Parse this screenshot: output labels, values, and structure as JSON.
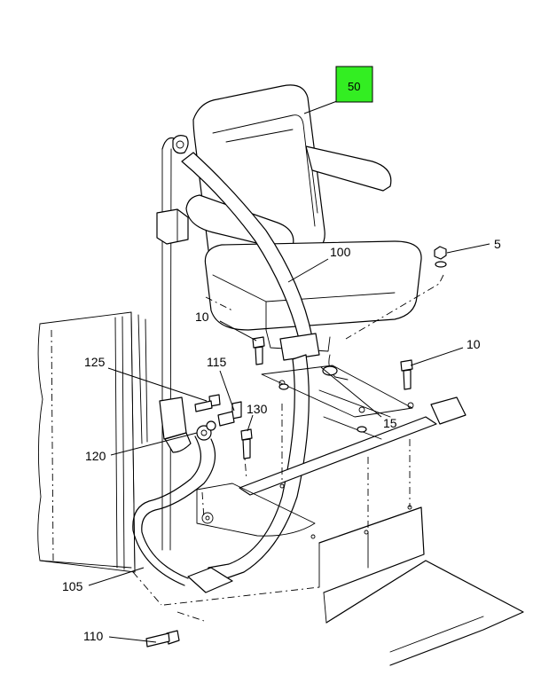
{
  "highlight_color": "#33ee22",
  "callouts": {
    "seat_50": "50",
    "nut_5": "5",
    "bolt_10_left": "10",
    "bolt_10_right": "10",
    "seat_cushion_100": "100",
    "spacer_15": "15",
    "bolt_125": "125",
    "nut_115": "115",
    "bolt_130": "130",
    "bracket_120": "120",
    "belt_105": "105",
    "bolt_110": "110"
  }
}
